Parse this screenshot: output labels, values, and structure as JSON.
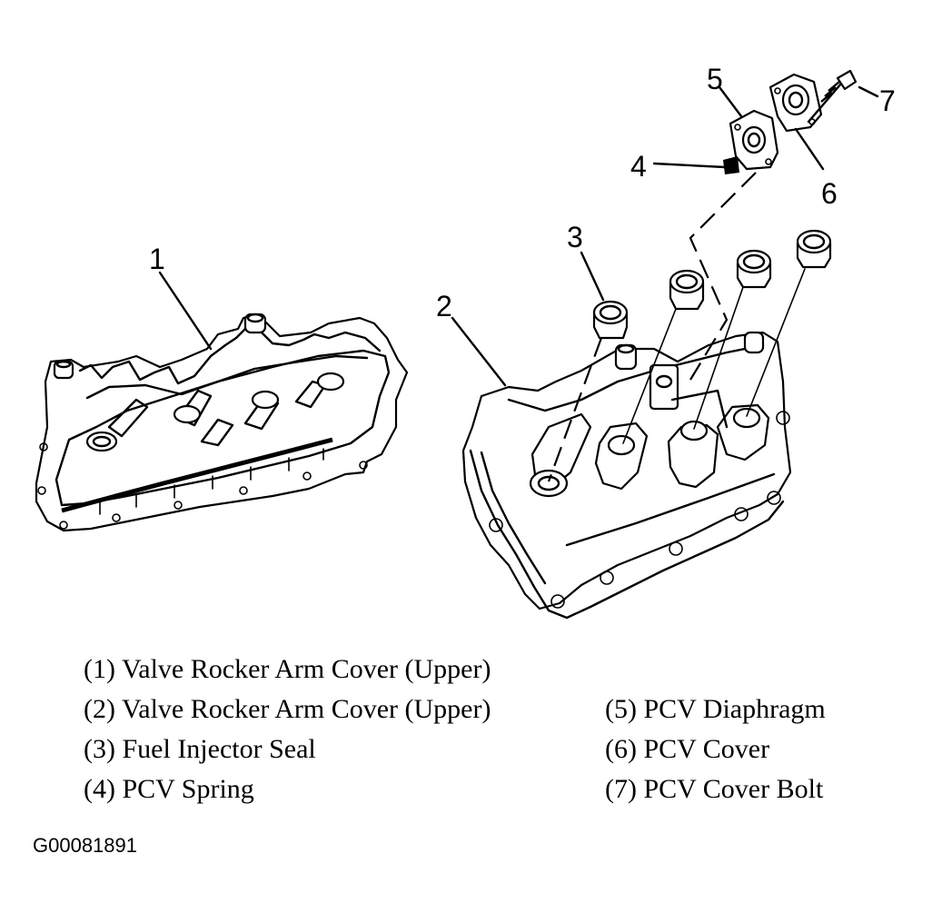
{
  "callouts": {
    "c1": "1",
    "c2": "2",
    "c3": "3",
    "c4": "4",
    "c5": "5",
    "c6": "6",
    "c7": "7"
  },
  "legend": {
    "item1": "(1) Valve Rocker Arm Cover (Upper)",
    "item2": "(2) Valve Rocker Arm Cover (Upper)",
    "item3": "(3) Fuel Injector Seal",
    "item4": "(4) PCV Spring",
    "item5": "(5) PCV Diaphragm",
    "item6": "(6) PCV Cover",
    "item7": "(7) PCV Cover Bolt"
  },
  "figure_id": "G00081891"
}
